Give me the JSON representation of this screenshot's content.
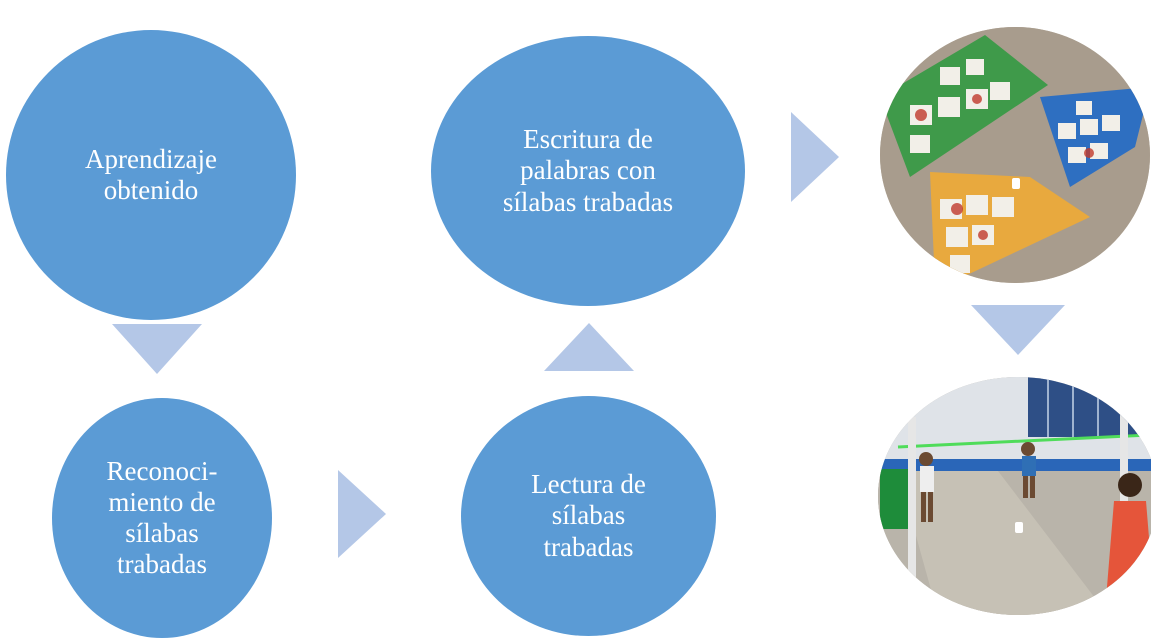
{
  "diagram": {
    "nodes": [
      {
        "id": "n1",
        "label": "Aprendizaje\nobtenido"
      },
      {
        "id": "n2",
        "label": "Reconoci-\nmiento de\nsílabas\ntrabadas"
      },
      {
        "id": "n3",
        "label": "Escritura de\npalabras con\nsílabas trabadas"
      },
      {
        "id": "n4",
        "label": "Lectura de\nsílabas\ntrabadas"
      }
    ],
    "colors": {
      "node_fill": "#5b9bd5",
      "node_text": "#ffffff",
      "arrow_fill": "#b4c7e7"
    },
    "photos": [
      {
        "id": "photo-triangles",
        "content": "classroom poster of colored triangle cards with words and pictures"
      },
      {
        "id": "photo-schoolyard",
        "content": "children playing a game in a school courtyard"
      }
    ]
  }
}
